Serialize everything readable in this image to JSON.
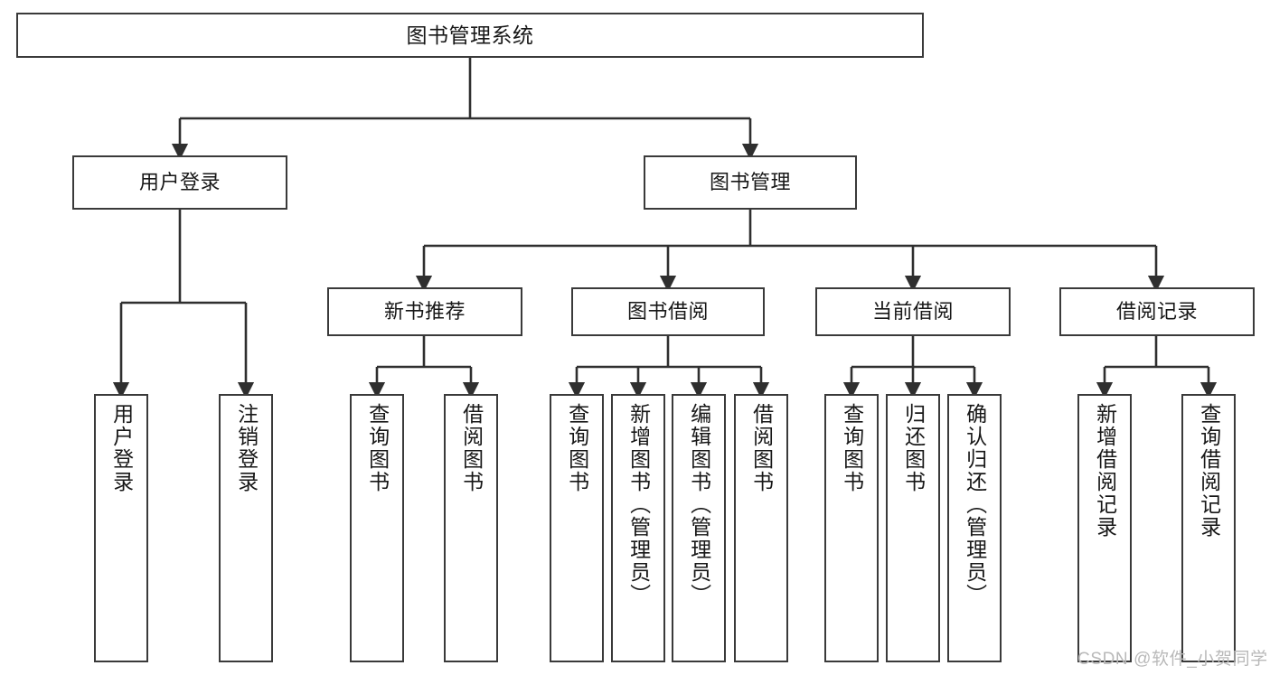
{
  "diagram": {
    "title_text": "图书管理系统",
    "type": "functional-structure-tree",
    "colors": {
      "background": "#ffffff",
      "box_border": "#3a3a3a",
      "box_fill": "#ffffff",
      "connector": "#2f2f2f",
      "text": "#171717",
      "watermark": "#b9b9b9"
    },
    "root": {
      "label": "图书管理系统"
    },
    "level1": [
      {
        "key": "user_login",
        "label": "用户登录"
      },
      {
        "key": "book_manage",
        "label": "图书管理"
      }
    ],
    "level2": [
      {
        "key": "new_book_rec",
        "label": "新书推荐"
      },
      {
        "key": "book_borrow",
        "label": "图书借阅"
      },
      {
        "key": "current_borrow",
        "label": "当前借阅"
      },
      {
        "key": "borrow_record",
        "label": "借阅记录"
      }
    ],
    "leaves": {
      "user_login": [
        {
          "label": "用户登录"
        },
        {
          "label": "注销登录"
        }
      ],
      "new_book_rec": [
        {
          "label": "查询图书"
        },
        {
          "label": "借阅图书"
        }
      ],
      "book_borrow": [
        {
          "label": "查询图书"
        },
        {
          "label": "新增图书（管理员）"
        },
        {
          "label": "编辑图书（管理员）"
        },
        {
          "label": "借阅图书"
        }
      ],
      "current_borrow": [
        {
          "label": "查询图书"
        },
        {
          "label": "归还图书"
        },
        {
          "label": "确认归还（管理员）"
        }
      ],
      "borrow_record": [
        {
          "label": "新增借阅记录"
        },
        {
          "label": "查询借阅记录"
        }
      ]
    },
    "watermark": {
      "text": "CSDN @软件_小贺同学"
    }
  }
}
